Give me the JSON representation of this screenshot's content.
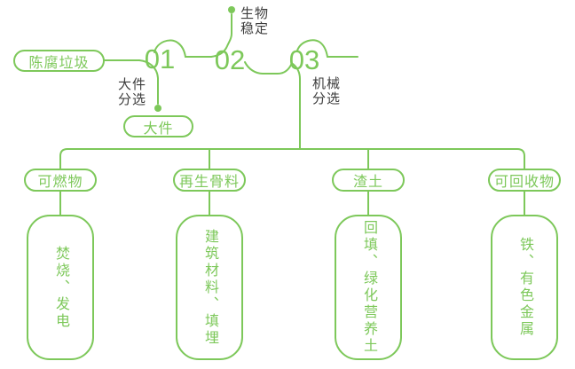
{
  "palette": {
    "green": "#7dc85a",
    "dark": "#3d3d3d",
    "bg": "#ffffff"
  },
  "flow": {
    "source": {
      "label": "陈腐垃圾"
    },
    "steps": [
      {
        "number": "01",
        "annotation": "大件\n分选",
        "output": "大件"
      },
      {
        "number": "02",
        "annotation": "生物\n稳定"
      },
      {
        "number": "03",
        "annotation": "机械\n分选"
      }
    ]
  },
  "branches": [
    {
      "category": "可燃物",
      "detail": "焚烧、发电"
    },
    {
      "category": "再生骨料",
      "detail": "建筑材料、填埋"
    },
    {
      "category": "渣土",
      "detail": "回填、绿化营养土"
    },
    {
      "category": "可回收物",
      "detail": "铁、有色金属"
    }
  ]
}
